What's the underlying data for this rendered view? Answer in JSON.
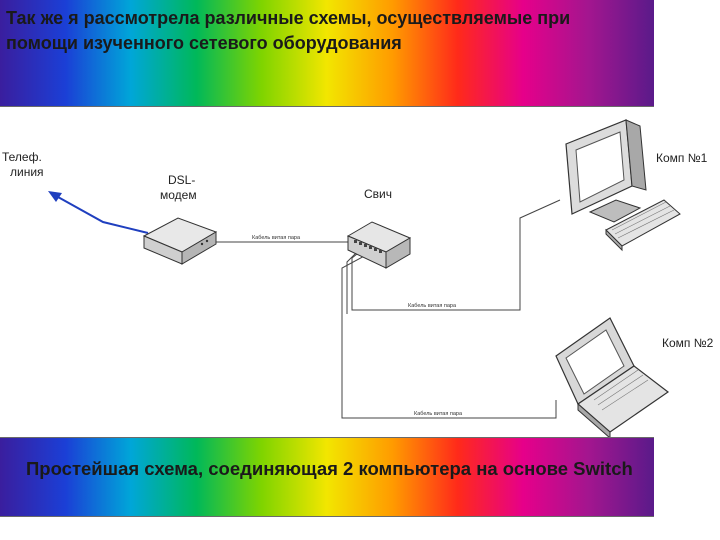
{
  "slide": {
    "title": "Так же я рассмотрела различные схемы, осуществляемые при помощи изученного сетевого оборудования",
    "caption": "Простейшая схема, соединяющая 2 компьютера на основе Switch"
  },
  "diagram": {
    "phone_line_label_1": "Телеф.",
    "phone_line_label_2": "линия",
    "modem_label_1": "DSL-",
    "modem_label_2": "модем",
    "switch_label": "Свич",
    "pc1_label": "Комп №1",
    "pc2_label": "Комп №2",
    "cable_label_1": "Кабель витая пара",
    "cable_label_2": "Кабель витая пара",
    "cable_label_3": "Кабель витая пара"
  },
  "colors": {
    "arrow": "#1f3fbf",
    "cable": "#444444"
  }
}
